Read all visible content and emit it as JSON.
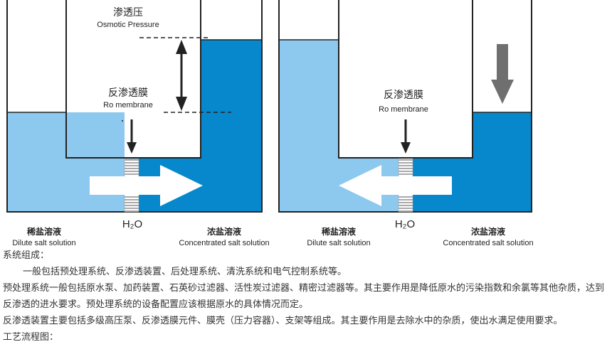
{
  "diagram": {
    "left_panel": {
      "osmotic_cn": "渗透压",
      "osmotic_en": "Osmotic Pressure",
      "membrane_cn": "反渗透膜",
      "membrane_en": "Ro membrane",
      "water_label": "H₂O",
      "dilute_cn": "稀盐溶液",
      "dilute_en": "Dilute salt solution",
      "concentrated_cn": "浓盐溶液",
      "concentrated_en": "Concentrated salt solution"
    },
    "right_panel": {
      "membrane_cn": "反渗透膜",
      "membrane_en": "Ro membrane",
      "water_label": "H₂O",
      "dilute_cn": "稀盐溶液",
      "dilute_en": "Dilute salt solution",
      "concentrated_cn": "浓盐溶液",
      "concentrated_en": "Concentrated salt solution"
    },
    "colors": {
      "light_water": "#8dc8ee",
      "dark_water": "#0788cd",
      "tank_border": "#222222",
      "membrane": "#c9c9c9",
      "gray_arrow": "#6f6f6f"
    }
  },
  "text": {
    "section_heading": "系统组成：",
    "intro": "一般包括预处理系统、反渗透装置、后处理系统、清洗系统和电气控制系统等。",
    "pretreatment": "预处理系统一般包括原水泵、加药装置、石英砂过滤器、活性炭过滤器、精密过滤器等。其主要作用是降低原水的污染指数和余氯等其他杂质，达到反渗透的进水要求。预处理系统的设备配置应该根据原水的具体情况而定。",
    "ro_device": "反渗透装置主要包括多级高压泵、反渗透膜元件、膜壳（压力容器）、支架等组成。其主要作用是去除水中的杂质，使出水满足使用要求。",
    "flow_heading": "工艺流程图："
  }
}
